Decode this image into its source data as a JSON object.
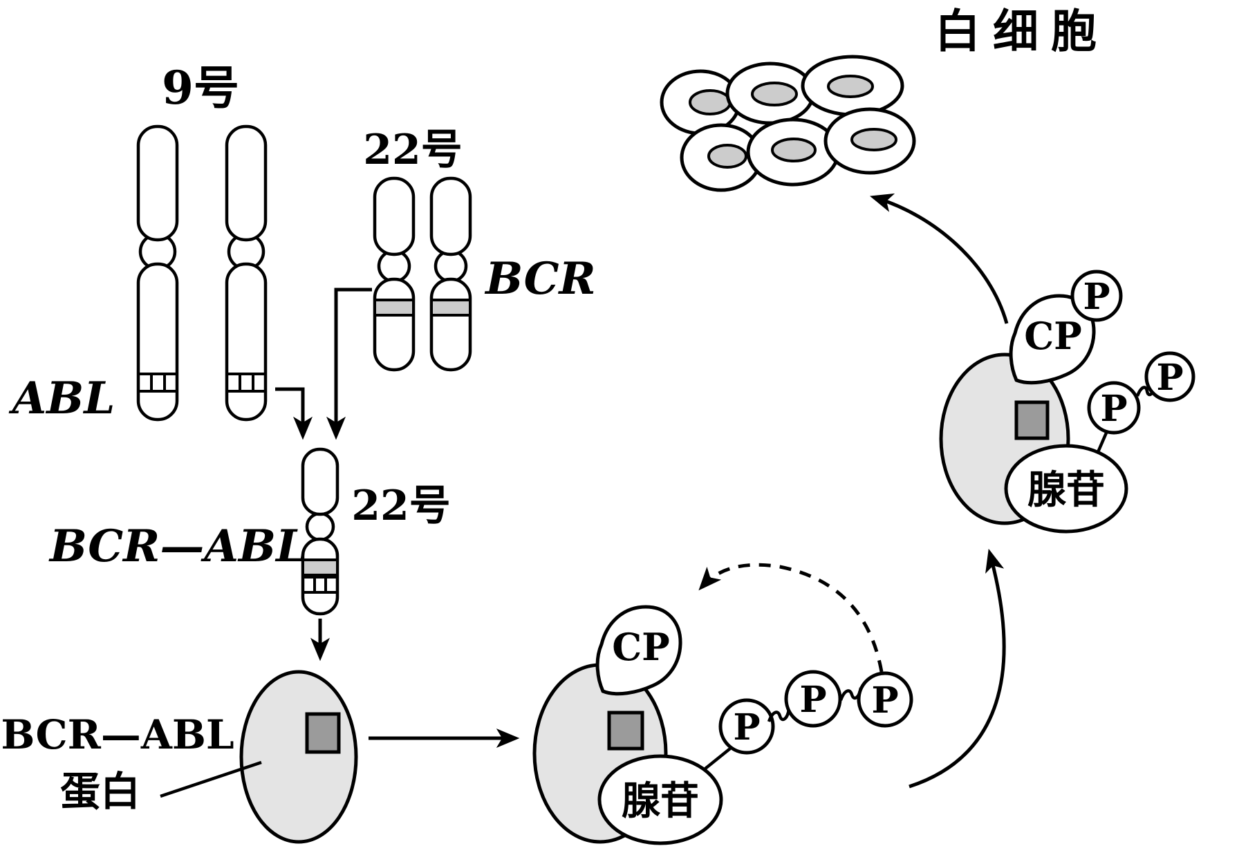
{
  "labels": {
    "chromosome9": "9号",
    "chromosome22": "22号",
    "abl_gene": "ABL",
    "bcr_gene": "BCR",
    "fused_chromosome22": "22号",
    "bcr_abl_fusion_gene": "BCR—ABL",
    "bcr_abl_protein_line1": "BCR—ABL",
    "bcr_abl_protein_line2": "蛋白",
    "kinase_cp": "CP",
    "adenosine": "腺苷",
    "phosphate": "P",
    "white_blood_cells": "白细胞"
  },
  "colors": {
    "background": "#ffffff",
    "stroke": "#000000",
    "cell_fill": "#e4e4e4",
    "nucleus_fill": "#cccccc",
    "band_fill": "#cccccc",
    "square_fill": "#9b9b9b"
  }
}
